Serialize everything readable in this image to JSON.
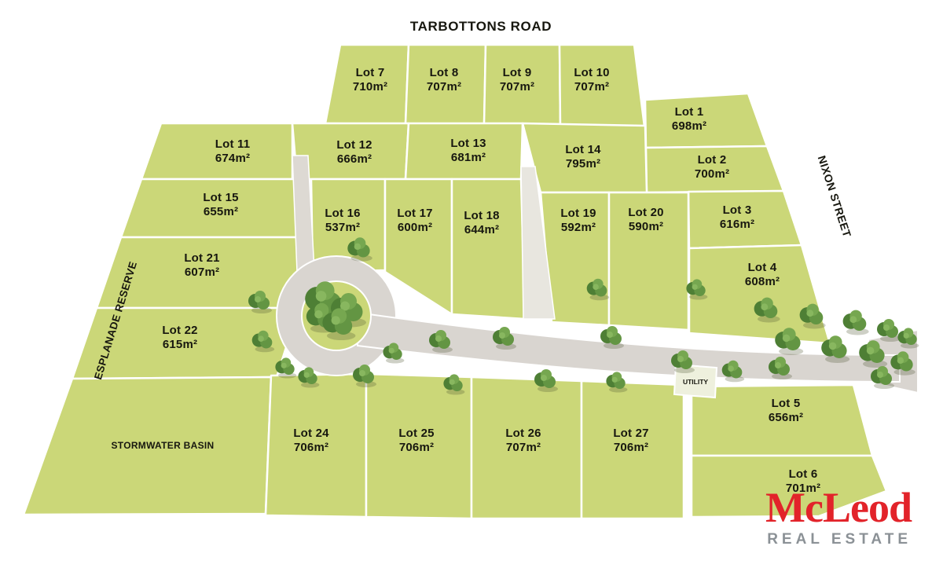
{
  "colors": {
    "lot_green": "#cbd778",
    "road_gray": "#d9d5d0",
    "logo_red": "#e2232a",
    "logo_gray": "#8b9196"
  },
  "streets": {
    "top": "TARBOTTONS ROAD",
    "right": "NIXON STREET",
    "left": "ESPLANADE RESERVE"
  },
  "labels": {
    "stormwater": "STORMWATER BASIN",
    "utility": "UTILITY"
  },
  "logo": {
    "name": "McLeod",
    "tagline": "REAL ESTATE"
  },
  "lots": [
    {
      "name": "Lot 1",
      "area": "698m²"
    },
    {
      "name": "Lot 2",
      "area": "700m²"
    },
    {
      "name": "Lot 3",
      "area": "616m²"
    },
    {
      "name": "Lot 4",
      "area": "608m²"
    },
    {
      "name": "Lot 5",
      "area": "656m²"
    },
    {
      "name": "Lot 6",
      "area": "701m²"
    },
    {
      "name": "Lot 7",
      "area": "710m²"
    },
    {
      "name": "Lot 8",
      "area": "707m²"
    },
    {
      "name": "Lot 9",
      "area": "707m²"
    },
    {
      "name": "Lot 10",
      "area": "707m²"
    },
    {
      "name": "Lot 11",
      "area": "674m²"
    },
    {
      "name": "Lot 12",
      "area": "666m²"
    },
    {
      "name": "Lot 13",
      "area": "681m²"
    },
    {
      "name": "Lot 14",
      "area": "795m²"
    },
    {
      "name": "Lot 15",
      "area": "655m²"
    },
    {
      "name": "Lot 16",
      "area": "537m²"
    },
    {
      "name": "Lot 17",
      "area": "600m²"
    },
    {
      "name": "Lot 18",
      "area": "644m²"
    },
    {
      "name": "Lot 19",
      "area": "592m²"
    },
    {
      "name": "Lot 20",
      "area": "590m²"
    },
    {
      "name": "Lot 21",
      "area": "607m²"
    },
    {
      "name": "Lot 22",
      "area": "615m²"
    },
    {
      "name": "Lot 24",
      "area": "706m²"
    },
    {
      "name": "Lot 25",
      "area": "706m²"
    },
    {
      "name": "Lot 26",
      "area": "707m²"
    },
    {
      "name": "Lot 27",
      "area": "706m²"
    }
  ]
}
